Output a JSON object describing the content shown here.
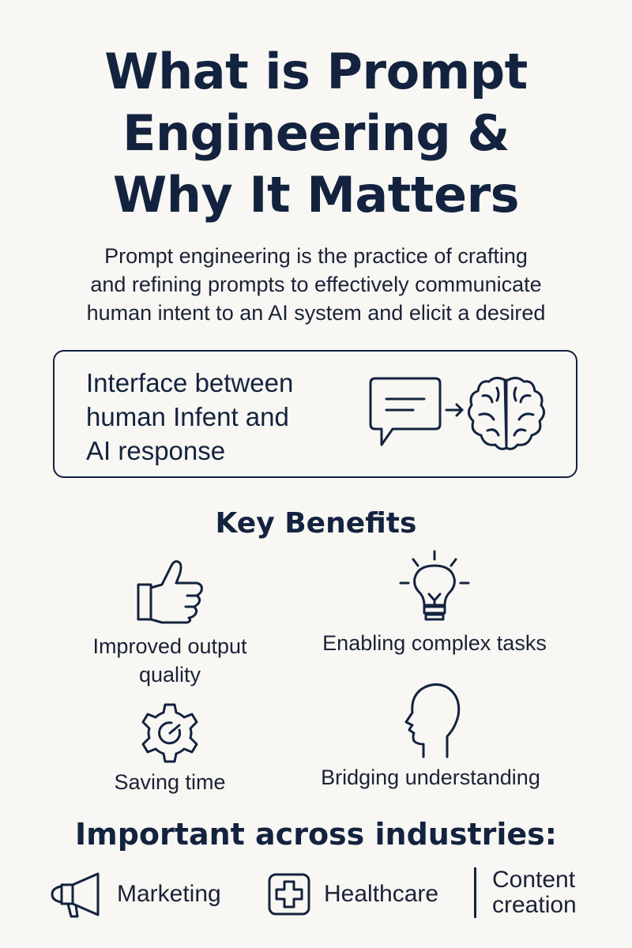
{
  "title": {
    "line1": "What is Prompt",
    "line2": "Engineering &",
    "line3": "Why It Matters"
  },
  "intro": {
    "line1": "Prompt engineering is the practice of crafting",
    "line2": "and refining prompts to effectively communicate",
    "line3": "human intent to an AI system and elicit a desired"
  },
  "interface_card": {
    "line1": "Interface between",
    "line2": "human Infent and",
    "line3": "AI response",
    "icons": [
      "chat-bubble-icon",
      "arrow-right-icon",
      "brain-icon"
    ]
  },
  "benefits": {
    "heading": "Key Benefits",
    "items": [
      {
        "icon": "thumbs-up-icon",
        "line1": "Improved output",
        "line2": "quality"
      },
      {
        "icon": "lightbulb-icon",
        "line1": "Enabling complex tasks"
      },
      {
        "icon": "gear-icon",
        "line1": "Saving time"
      },
      {
        "icon": "head-profile-icon",
        "line1": "Bridging understanding"
      }
    ]
  },
  "industries": {
    "heading": "Important across industries:",
    "items": [
      {
        "icon": "megaphone-icon",
        "label": "Marketing"
      },
      {
        "icon": "medical-cross-icon",
        "label": "Healthcare"
      },
      {
        "icon": "divider-line",
        "line1": "Content",
        "line2": "creation"
      }
    ]
  },
  "colors": {
    "navy": "#13233f",
    "background": "#f8f7f3"
  }
}
